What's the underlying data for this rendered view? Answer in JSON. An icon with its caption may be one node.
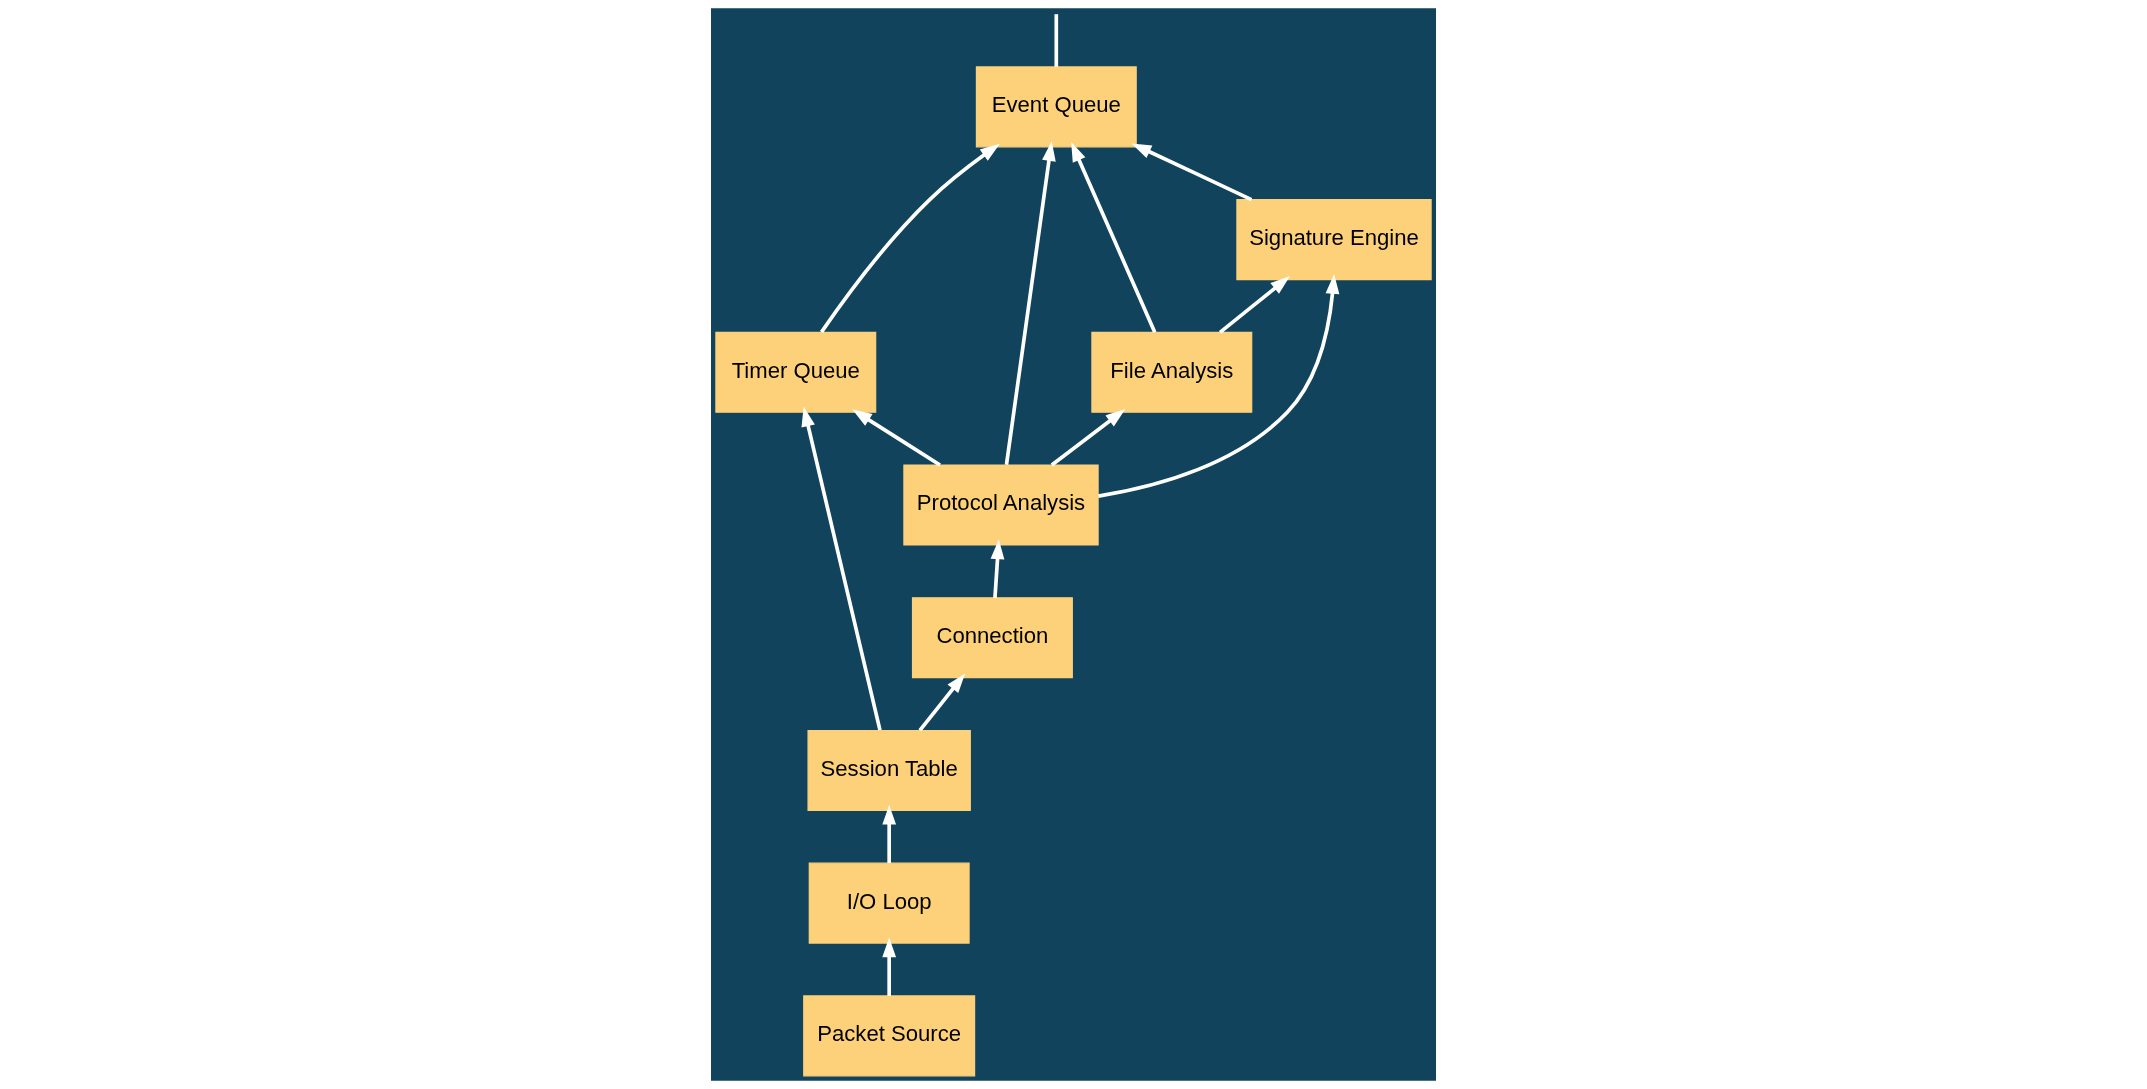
{
  "diagram": {
    "nodes": [
      {
        "text": [
          "Event Queue"
        ]
      },
      {
        "text": [
          "File Analysis"
        ]
      },
      {
        "text": [
          "Signature Engine"
        ]
      },
      {
        "text": [
          "Timer Queue"
        ]
      },
      {
        "text": [
          "Protocol Analysis"
        ]
      },
      {
        "text": [
          "Connection"
        ]
      },
      {
        "text": [
          "I/O Loop"
        ]
      },
      {
        "text": [
          "Session Table"
        ]
      },
      {
        "text": [
          "Packet Source"
        ]
      }
    ],
    "edges": [
      {
        "from": 8,
        "to": 6,
        "arrow": "to"
      },
      {
        "from": 6,
        "to": 7,
        "arrow": "to"
      },
      {
        "from": 7,
        "to": 5,
        "arrow": "to"
      },
      {
        "from": 7,
        "to": 3,
        "arrow": "to"
      },
      {
        "from": 5,
        "to": 4,
        "arrow": "to"
      },
      {
        "from": 4,
        "to": 1,
        "arrow": "to"
      },
      {
        "from": 4,
        "to": 0,
        "arrow": "to"
      },
      {
        "from": 4,
        "to": 3,
        "arrow": "to"
      },
      {
        "from": 4,
        "to": 2,
        "arrow": "to"
      },
      {
        "from": 1,
        "to": 0,
        "arrow": "to"
      },
      {
        "from": 1,
        "to": 2,
        "arrow": "to"
      },
      {
        "from": 3,
        "to": 0,
        "arrow": "to"
      },
      {
        "from": 2,
        "to": 0,
        "arrow": "to"
      },
      {
        "from": 0,
        "to": null,
        "arrow": "none"
      }
    ]
  }
}
